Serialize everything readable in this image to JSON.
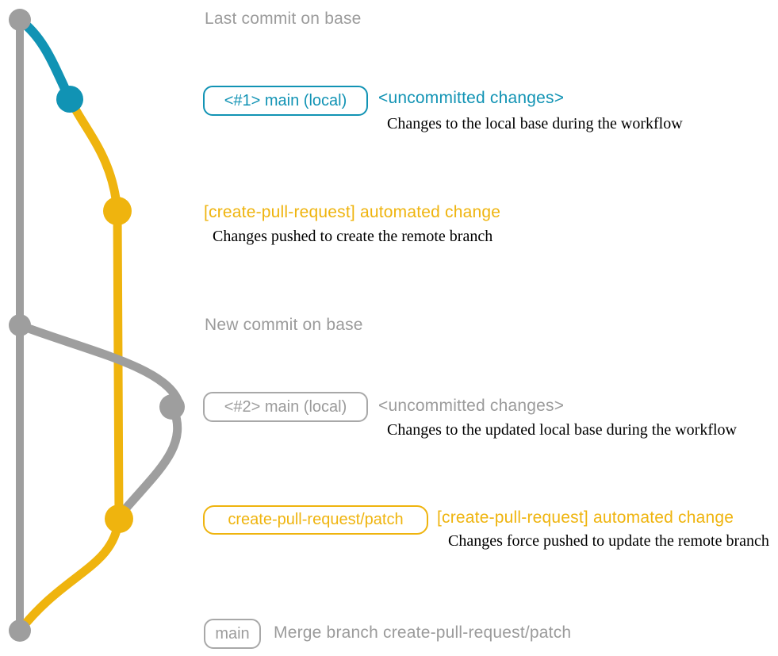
{
  "colors": {
    "teal": "#1193b4",
    "yellow": "#efb40e",
    "gray": "#9b9b9b",
    "caption_text": "#000000",
    "background": "#ffffff"
  },
  "notes": {
    "top": "Last commit on base",
    "middle": "New commit on base"
  },
  "rows": {
    "row1": {
      "badge": "<#1> main (local)",
      "status": "<uncommitted changes>",
      "caption": "Changes to the local base during the workflow"
    },
    "row2": {
      "message": "[create-pull-request] automated change",
      "caption": "Changes pushed to create the remote branch"
    },
    "row3": {
      "badge": "<#2> main (local)",
      "status": "<uncommitted changes>",
      "caption": "Changes to the updated local base during the workflow"
    },
    "row4": {
      "badge": "create-pull-request/patch",
      "message": "[create-pull-request] automated change",
      "caption": "Changes force pushed to update the remote branch"
    },
    "row5": {
      "badge": "main",
      "message": "Merge branch create-pull-request/patch"
    }
  },
  "graph": {
    "type": "git-graph",
    "base_branch_color": "gray",
    "commits": [
      {
        "id": "base-last",
        "color": "gray",
        "annotation": "Last commit on base"
      },
      {
        "id": "local-1",
        "color": "teal",
        "annotation": "<#1> main (local) <uncommitted changes>"
      },
      {
        "id": "patch-1",
        "color": "yellow",
        "annotation": "[create-pull-request] automated change"
      },
      {
        "id": "base-new",
        "color": "gray",
        "annotation": "New commit on base"
      },
      {
        "id": "local-2",
        "color": "gray",
        "annotation": "<#2> main (local) <uncommitted changes>"
      },
      {
        "id": "patch-2",
        "color": "yellow",
        "annotation": "create-pull-request/patch [create-pull-request] automated change"
      },
      {
        "id": "merge",
        "color": "gray",
        "annotation": "main Merge branch create-pull-request/patch"
      }
    ]
  }
}
